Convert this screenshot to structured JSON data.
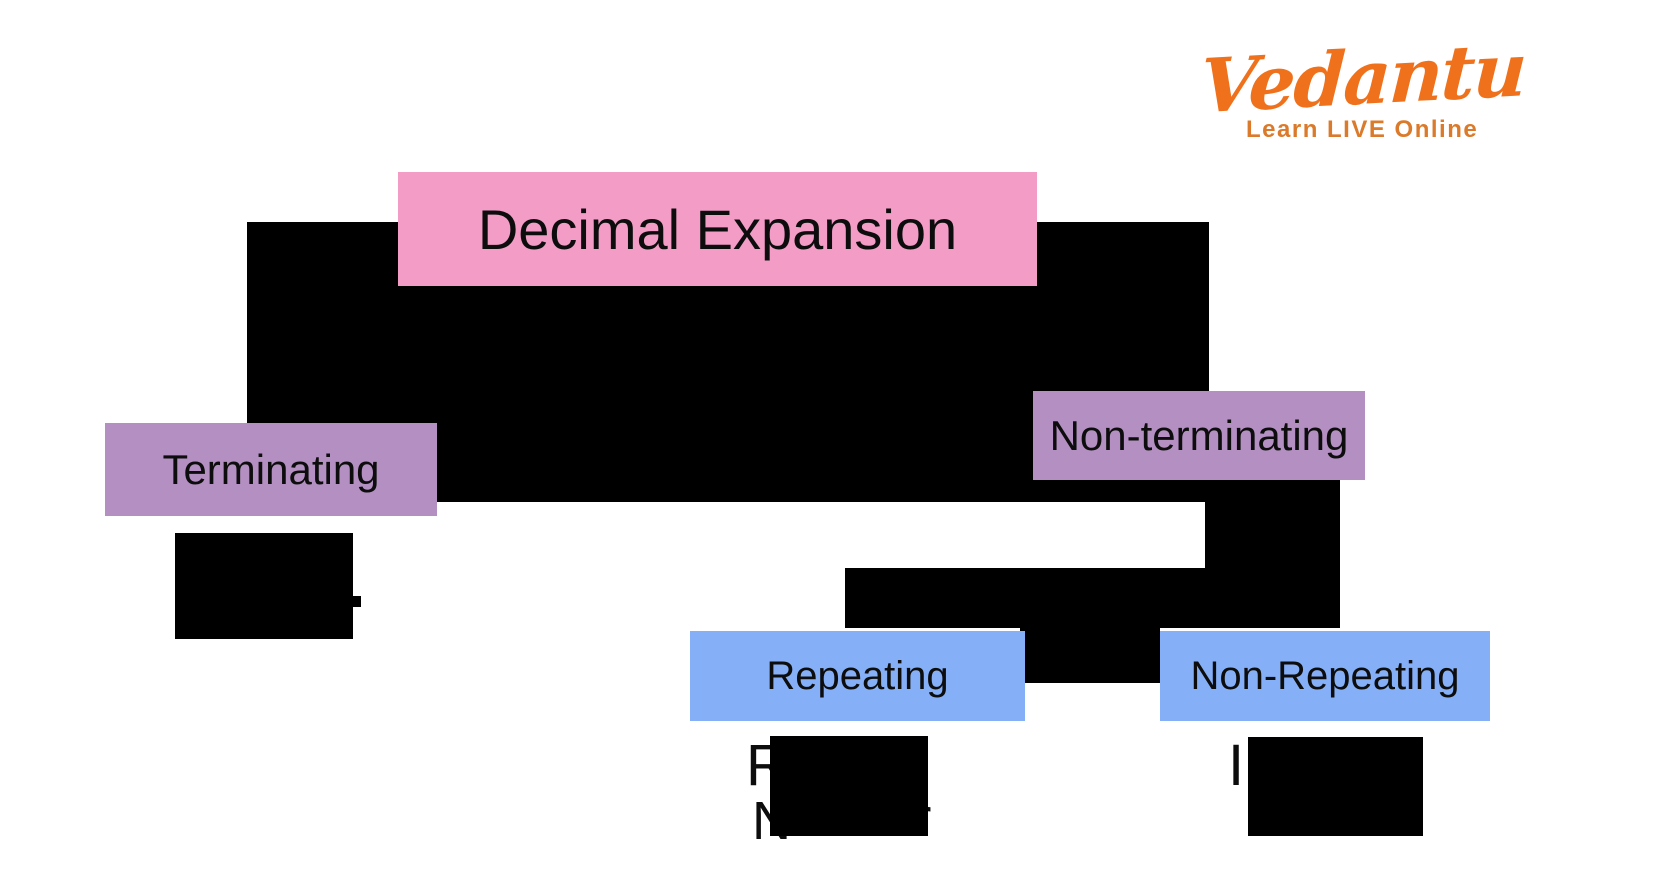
{
  "colors": {
    "root-box": "#f39cc6",
    "level1-box": "#b48fc2",
    "level2-box": "#85b0f8",
    "connector": "#000000",
    "logo-orange": "#f0711c",
    "tagline-orange": "#db7a2a",
    "text": "#0d0d0d",
    "background": "#ffffff"
  },
  "logo": {
    "brand": "Vedantu",
    "tagline": "Learn LIVE Online"
  },
  "diagram": {
    "root": {
      "label": "Decimal Expansion"
    },
    "terminating": {
      "label": "Terminating"
    },
    "non_terminating": {
      "label": "Non-terminating"
    },
    "repeating": {
      "label": "Repeating"
    },
    "non_repeating": {
      "label": "Non-Repeating"
    },
    "partial_text": {
      "under_repeating_line1": "R",
      "under_repeating_line2_left": "N",
      "under_repeating_line2_right": "r",
      "under_non_repeating_line1": "Ir"
    }
  }
}
